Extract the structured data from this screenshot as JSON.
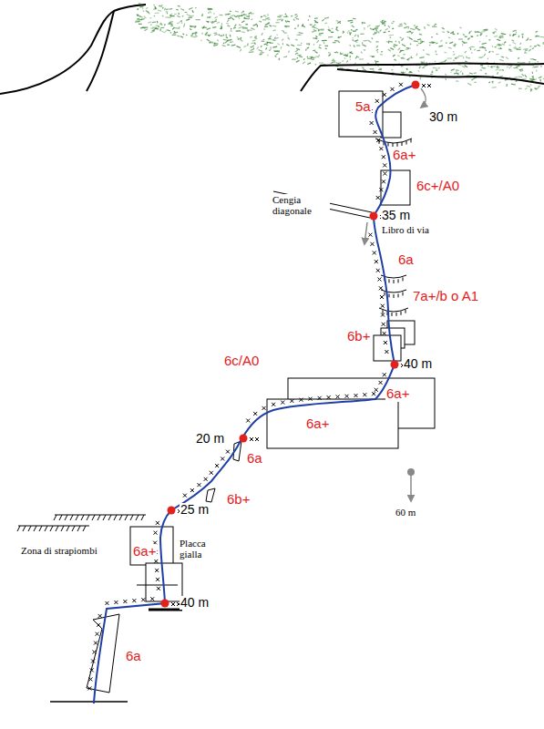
{
  "diagram": {
    "labels": [
      "30 m",
      "5a",
      "6a+",
      "6c+/A0",
      "Cengia diagonale",
      "35 m",
      "Libro di via",
      "6a",
      "7a+/b o A1",
      "6b+",
      "40 m",
      "6c/A0",
      "6a+",
      "6a+",
      "20 m",
      "6a",
      "6b+",
      "25 m",
      "Zona di strapiombi",
      "6a+",
      "Placca gialla",
      "40 m",
      "6a",
      "60 m"
    ]
  }
}
